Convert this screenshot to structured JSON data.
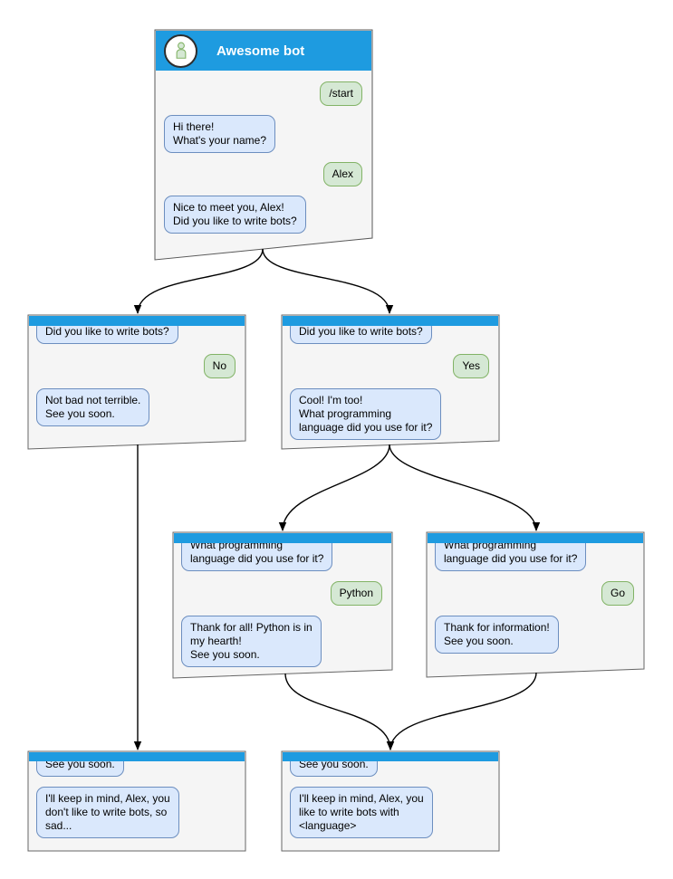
{
  "colors": {
    "header_blue": "#1E9BE0",
    "window_fill": "#F5F5F5",
    "window_border": "#666666",
    "bot_bubble_fill": "#DAE8FC",
    "bot_bubble_border": "#6C8EBF",
    "user_bubble_fill": "#D5E8D4",
    "user_bubble_border": "#82B366",
    "edge_color": "#000000"
  },
  "main_window": {
    "title": "Awesome bot",
    "avatar_icon": "person-icon",
    "messages": {
      "start_cmd": "/start",
      "greeting": "Hi there!\nWhat's your name?",
      "name_answer": "Alex",
      "bot_question": "Nice to meet you, Alex!\nDid you like to write bots?"
    }
  },
  "branch_no": {
    "question": "Did you like to write bots?",
    "answer": "No",
    "reply": "Not bad not terrible.\nSee you soon."
  },
  "branch_yes": {
    "question": "Did you like to write bots?",
    "answer": "Yes",
    "reply": "Cool! I'm too!\nWhat programming\nlanguage did you use for it?"
  },
  "branch_python": {
    "question": "What programming\nlanguage did you use for it?",
    "answer": "Python",
    "reply": "Thank for all! Python is in\nmy hearth!\nSee you soon."
  },
  "branch_go": {
    "question": "What programming\nlanguage did you use for it?",
    "answer": "Go",
    "reply": "Thank for information!\nSee you soon."
  },
  "end_no": {
    "last_message": "See you soon.",
    "reply": "I'll keep in mind, Alex, you\ndon't like to write bots, so\nsad..."
  },
  "end_yes": {
    "last_message": "See you soon.",
    "reply": "I'll keep in mind, Alex, you\nlike to write bots with\n<language>"
  }
}
